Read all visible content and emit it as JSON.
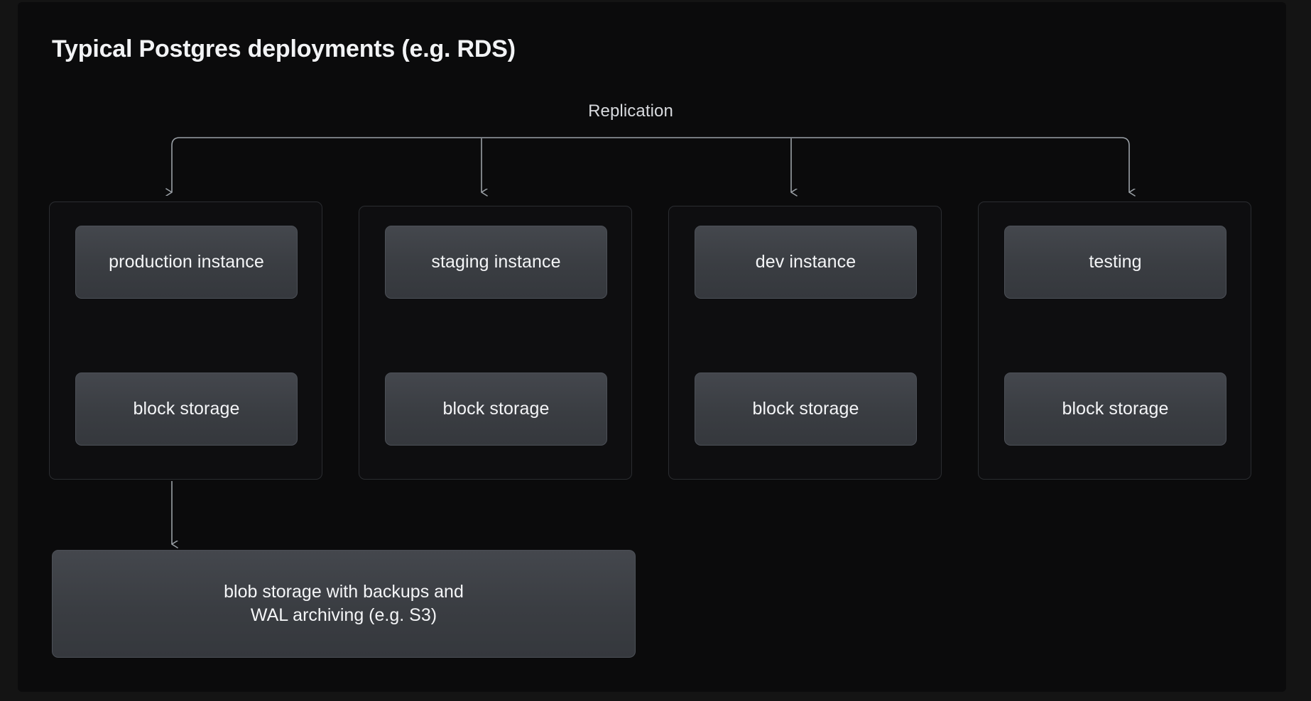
{
  "page": {
    "title": "Typical Postgres deployments (e.g. RDS)",
    "background_color": "#0b0b0c",
    "outer_background_color": "#141414",
    "text_color": "#f2f3f5"
  },
  "diagram": {
    "replication_label": "Replication",
    "connector_color": "#9aa0a6",
    "node_fill_color": "#3a3d42",
    "node_border_color": "#4c5057",
    "group_border_color": "#2b2d31",
    "groups": [
      {
        "id": "production",
        "instance_label": "production instance",
        "storage_label": "block storage"
      },
      {
        "id": "staging",
        "instance_label": "staging instance",
        "storage_label": "block storage"
      },
      {
        "id": "dev",
        "instance_label": "dev instance",
        "storage_label": "block storage"
      },
      {
        "id": "testing",
        "instance_label": "testing",
        "storage_label": "block storage"
      }
    ],
    "blob_storage": {
      "line1": "blob storage with backups and",
      "line2": "WAL archiving (e.g. S3)"
    }
  }
}
